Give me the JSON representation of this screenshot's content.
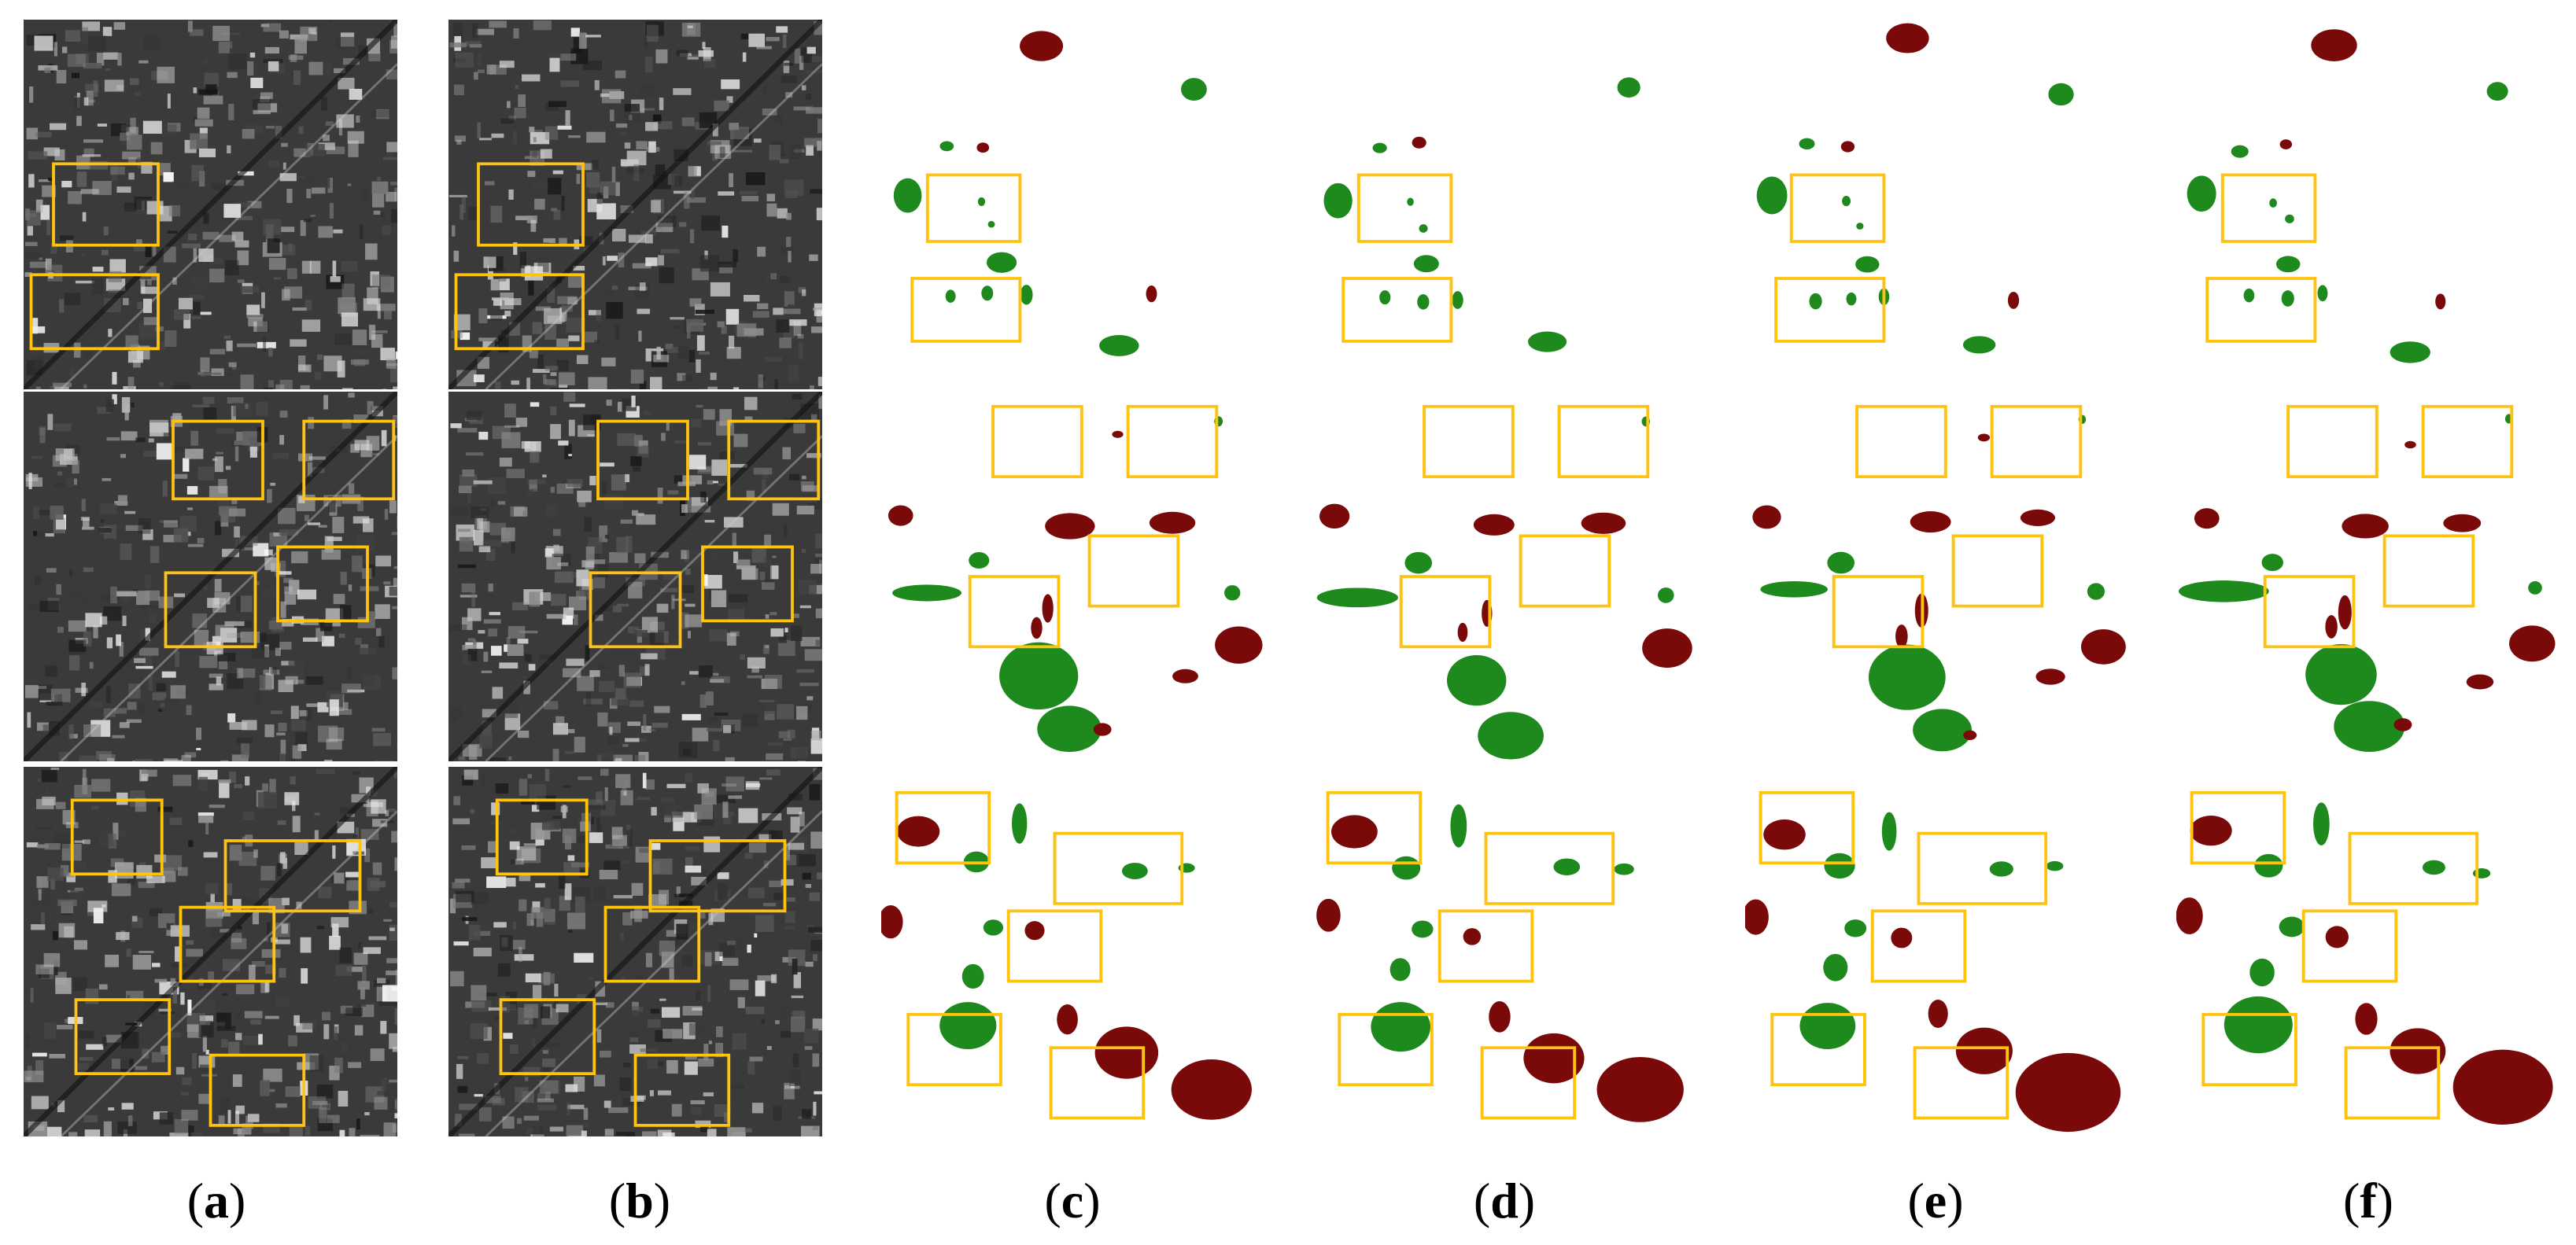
{
  "figure": {
    "columns": [
      {
        "id": "a",
        "letter": "a",
        "kind": "sar-image-time-1"
      },
      {
        "id": "b",
        "letter": "b",
        "kind": "sar-image-time-2"
      },
      {
        "id": "c",
        "letter": "c",
        "kind": "change-map"
      },
      {
        "id": "d",
        "letter": "d",
        "kind": "change-map"
      },
      {
        "id": "e",
        "letter": "e",
        "kind": "change-map"
      },
      {
        "id": "f",
        "letter": "f",
        "kind": "change-map"
      }
    ],
    "rows": 3,
    "colors": {
      "highlight_box": "#FFC20E",
      "change_green": "#1E8A1E",
      "change_red": "#7A0A0A",
      "sar_base": "#3a3a3a",
      "background": "#ffffff"
    }
  }
}
